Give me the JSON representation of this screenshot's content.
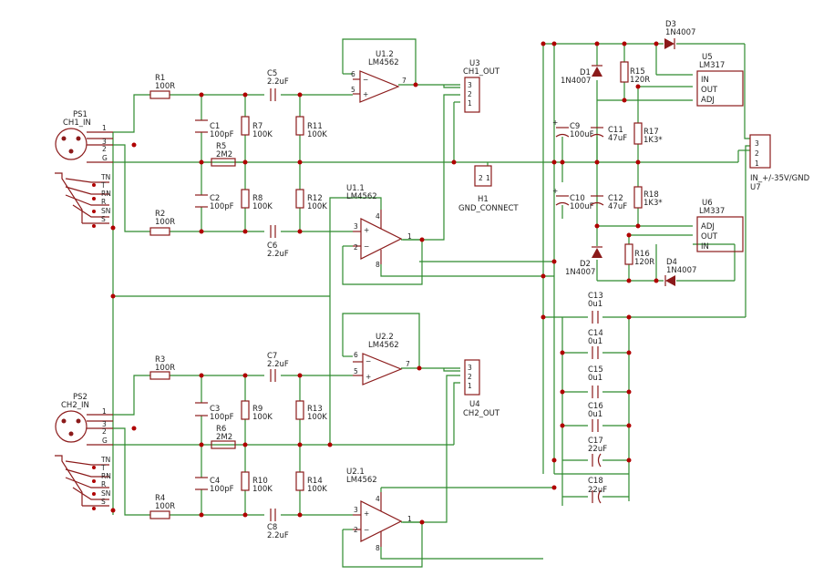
{
  "ps1": {
    "ref": "PS1",
    "val": "CH1_IN"
  },
  "ps2": {
    "ref": "PS2",
    "val": "CH2_IN"
  },
  "r1": {
    "ref": "R1",
    "val": "100R"
  },
  "r2": {
    "ref": "R2",
    "val": "100R"
  },
  "r3": {
    "ref": "R3",
    "val": "100R"
  },
  "r4": {
    "ref": "R4",
    "val": "100R"
  },
  "r5": {
    "ref": "R5",
    "val": "2M2"
  },
  "r6": {
    "ref": "R6",
    "val": "2M2"
  },
  "r7": {
    "ref": "R7",
    "val": "100K"
  },
  "r8": {
    "ref": "R8",
    "val": "100K"
  },
  "r9": {
    "ref": "R9",
    "val": "100K"
  },
  "r10": {
    "ref": "R10",
    "val": "100K"
  },
  "r11": {
    "ref": "R11",
    "val": "100K"
  },
  "r12": {
    "ref": "R12",
    "val": "100K"
  },
  "r13": {
    "ref": "R13",
    "val": "100K"
  },
  "r14": {
    "ref": "R14",
    "val": "100K"
  },
  "r15": {
    "ref": "R15",
    "val": "120R"
  },
  "r16": {
    "ref": "R16",
    "val": "120R"
  },
  "r17": {
    "ref": "R17",
    "val": "1K3*"
  },
  "r18": {
    "ref": "R18",
    "val": "1K3*"
  },
  "c1": {
    "ref": "C1",
    "val": "100pF"
  },
  "c2": {
    "ref": "C2",
    "val": "100pF"
  },
  "c3": {
    "ref": "C3",
    "val": "100pF"
  },
  "c4": {
    "ref": "C4",
    "val": "100pF"
  },
  "c5": {
    "ref": "C5",
    "val": "2.2uF"
  },
  "c6": {
    "ref": "C6",
    "val": "2.2uF"
  },
  "c7": {
    "ref": "C7",
    "val": "2.2uF"
  },
  "c8": {
    "ref": "C8",
    "val": "2.2uF"
  },
  "c9": {
    "ref": "C9",
    "val": "100uF"
  },
  "c10": {
    "ref": "C10",
    "val": "100uF"
  },
  "c11": {
    "ref": "C11",
    "val": "47uF"
  },
  "c12": {
    "ref": "C12",
    "val": "47uF"
  },
  "c13": {
    "ref": "C13",
    "val": "0u1"
  },
  "c14": {
    "ref": "C14",
    "val": "0u1"
  },
  "c15": {
    "ref": "C15",
    "val": "0u1"
  },
  "c16": {
    "ref": "C16",
    "val": "0u1"
  },
  "c17": {
    "ref": "C17",
    "val": "22uF"
  },
  "c18": {
    "ref": "C18",
    "val": "22uF"
  },
  "d1": {
    "ref": "D1",
    "val": "1N4007"
  },
  "d2": {
    "ref": "D2",
    "val": "1N4007"
  },
  "d3": {
    "ref": "D3",
    "val": "1N4007"
  },
  "d4": {
    "ref": "D4",
    "val": "1N4007"
  },
  "u12": {
    "ref": "U1.2",
    "val": "LM4562"
  },
  "u11": {
    "ref": "U1.1",
    "val": "LM4562"
  },
  "u22": {
    "ref": "U2.2",
    "val": "LM4562"
  },
  "u21": {
    "ref": "U2.1",
    "val": "LM4562"
  },
  "u3": {
    "ref": "U3",
    "val": "CH1_OUT"
  },
  "u4": {
    "ref": "U4",
    "val": "CH2_OUT"
  },
  "h1": {
    "ref": "H1",
    "val": "GND_CONNECT"
  },
  "u5": {
    "ref": "U5",
    "val": "LM317",
    "pins": [
      "IN",
      "OUT",
      "ADJ"
    ]
  },
  "u6": {
    "ref": "U6",
    "val": "LM337",
    "pins": [
      "ADJ",
      "OUT",
      "IN"
    ]
  },
  "u7": {
    "ref": "U7",
    "val": "IN_+/-35V/GND"
  },
  "xlr_pins": [
    "1",
    "3",
    "2",
    "G"
  ],
  "jack_pins": [
    "TN",
    "T",
    "RN",
    "R",
    "SN",
    "S"
  ]
}
